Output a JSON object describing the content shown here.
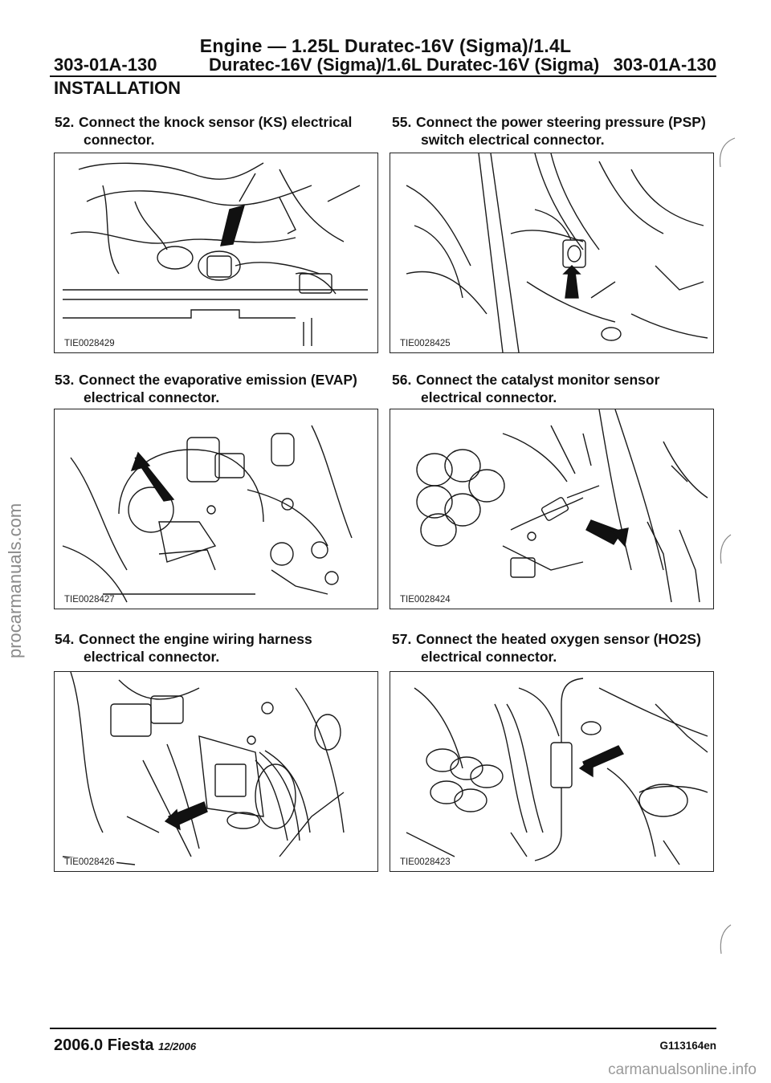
{
  "header": {
    "line1": "Engine — 1.25L Duratec-16V (Sigma)/1.4L",
    "page_left": "303-01A-130",
    "line2": "Duratec-16V (Sigma)/1.6L Duratec-16V (Sigma)",
    "page_right": "303-01A-130"
  },
  "section_title": "INSTALLATION",
  "steps": [
    {
      "num": "52.",
      "line1": "Connect the knock sensor (KS) electrical",
      "line2": "connector.",
      "figure_id": "TIE0028429"
    },
    {
      "num": "55.",
      "line1": "Connect the power steering pressure (PSP)",
      "line2": "switch electrical connector.",
      "figure_id": "TIE0028425"
    },
    {
      "num": "53.",
      "line1": "Connect the evaporative emission (EVAP)",
      "line2": "electrical connector.",
      "figure_id": "TIE0028427"
    },
    {
      "num": "56.",
      "line1": "Connect the catalyst monitor sensor",
      "line2": "electrical connector.",
      "figure_id": "TIE0028424"
    },
    {
      "num": "54.",
      "line1": "Connect the engine wiring harness",
      "line2": "electrical connector.",
      "figure_id": "TIE0028426"
    },
    {
      "num": "57.",
      "line1": "Connect the heated oxygen sensor (HO2S)",
      "line2": "electrical connector.",
      "figure_id": "TIE0028423"
    }
  ],
  "watermark_left": "procarmanuals.com",
  "footer": {
    "model": "2006.0 Fiesta",
    "date": "12/2006",
    "code": "G113164en",
    "site": "carmanualsonline.info"
  }
}
